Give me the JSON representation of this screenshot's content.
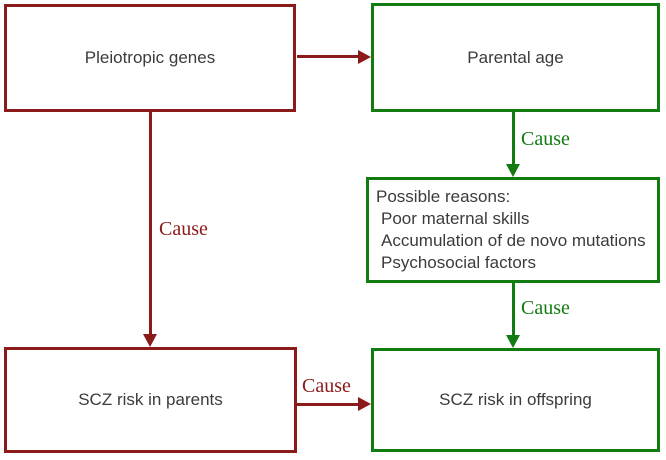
{
  "diagram": {
    "nodes": {
      "pleiotropic": {
        "label": "Pleiotropic genes"
      },
      "parental_age": {
        "label": "Parental age"
      },
      "possible_reasons": {
        "title": "Possible reasons:",
        "items": [
          "Poor maternal skills",
          "Accumulation of de novo mutations",
          "Psychosocial factors"
        ]
      },
      "scz_parents": {
        "label": "SCZ risk in parents"
      },
      "scz_offspring": {
        "label": "SCZ risk in offspring"
      }
    },
    "edges": {
      "genes_to_parental_age": {
        "label": ""
      },
      "genes_to_scz_parents": {
        "label": "Cause"
      },
      "parental_age_to_reasons": {
        "label": "Cause"
      },
      "reasons_to_offspring": {
        "label": "Cause"
      },
      "parents_to_offspring": {
        "label": "Cause"
      }
    },
    "colors": {
      "red": "#8B1A1A",
      "green": "#127B12",
      "text": "#3B3B3B",
      "background": "#FFFFFF"
    }
  }
}
